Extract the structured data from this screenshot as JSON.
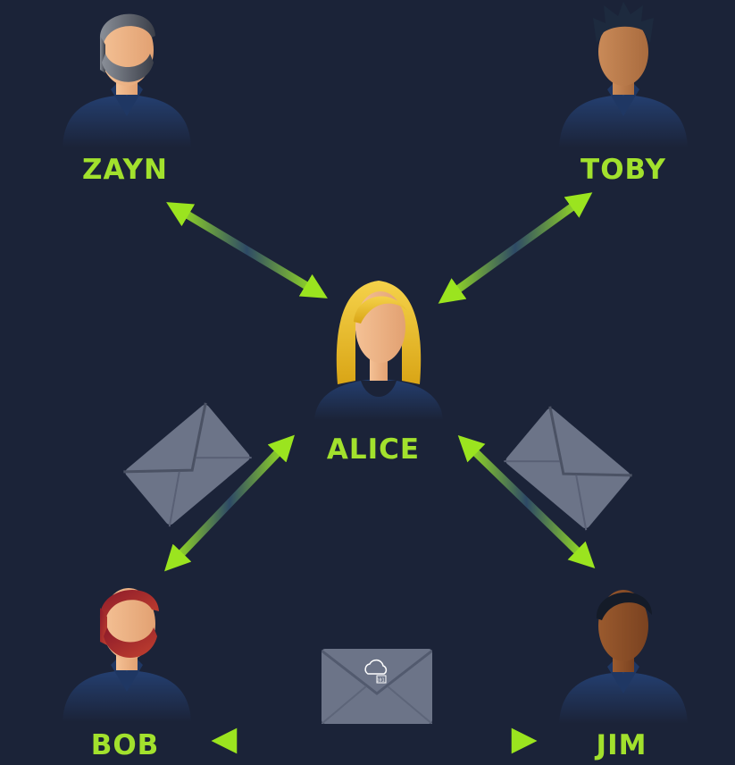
{
  "theme": {
    "background": "#1b2338",
    "label_color": "#a2e12d",
    "arrow_color": "#98e21d",
    "shirt_color": "#1f3763",
    "envelope_color": "#6c7488"
  },
  "people": {
    "zayn": {
      "label": "ZAYN",
      "hair": "gray-hair-beard",
      "icon": "user-avatar-icon"
    },
    "toby": {
      "label": "TOBY",
      "hair": "dark-spiky-hair",
      "icon": "user-avatar-icon"
    },
    "alice": {
      "label": "ALICE",
      "hair": "blonde-long-hair",
      "icon": "user-avatar-icon"
    },
    "bob": {
      "label": "BOB",
      "hair": "red-hair-beard",
      "icon": "user-avatar-icon"
    },
    "jim": {
      "label": "JIM",
      "hair": "dark-short-hair",
      "icon": "user-avatar-icon"
    }
  },
  "connections": [
    {
      "from": "zayn",
      "to": "alice",
      "direction": "both"
    },
    {
      "from": "toby",
      "to": "alice",
      "direction": "both"
    },
    {
      "from": "bob",
      "to": "alice",
      "direction": "both"
    },
    {
      "from": "jim",
      "to": "alice",
      "direction": "both"
    },
    {
      "from": "bob",
      "to": "jim",
      "direction": "both"
    }
  ],
  "envelopes": [
    {
      "icon": "envelope-icon",
      "between": "bob-alice"
    },
    {
      "icon": "envelope-icon",
      "between": "jim-alice"
    },
    {
      "icon": "encrypted-envelope-icon",
      "between": "bob-jim",
      "badge": "cloud-lock-icon"
    }
  ]
}
